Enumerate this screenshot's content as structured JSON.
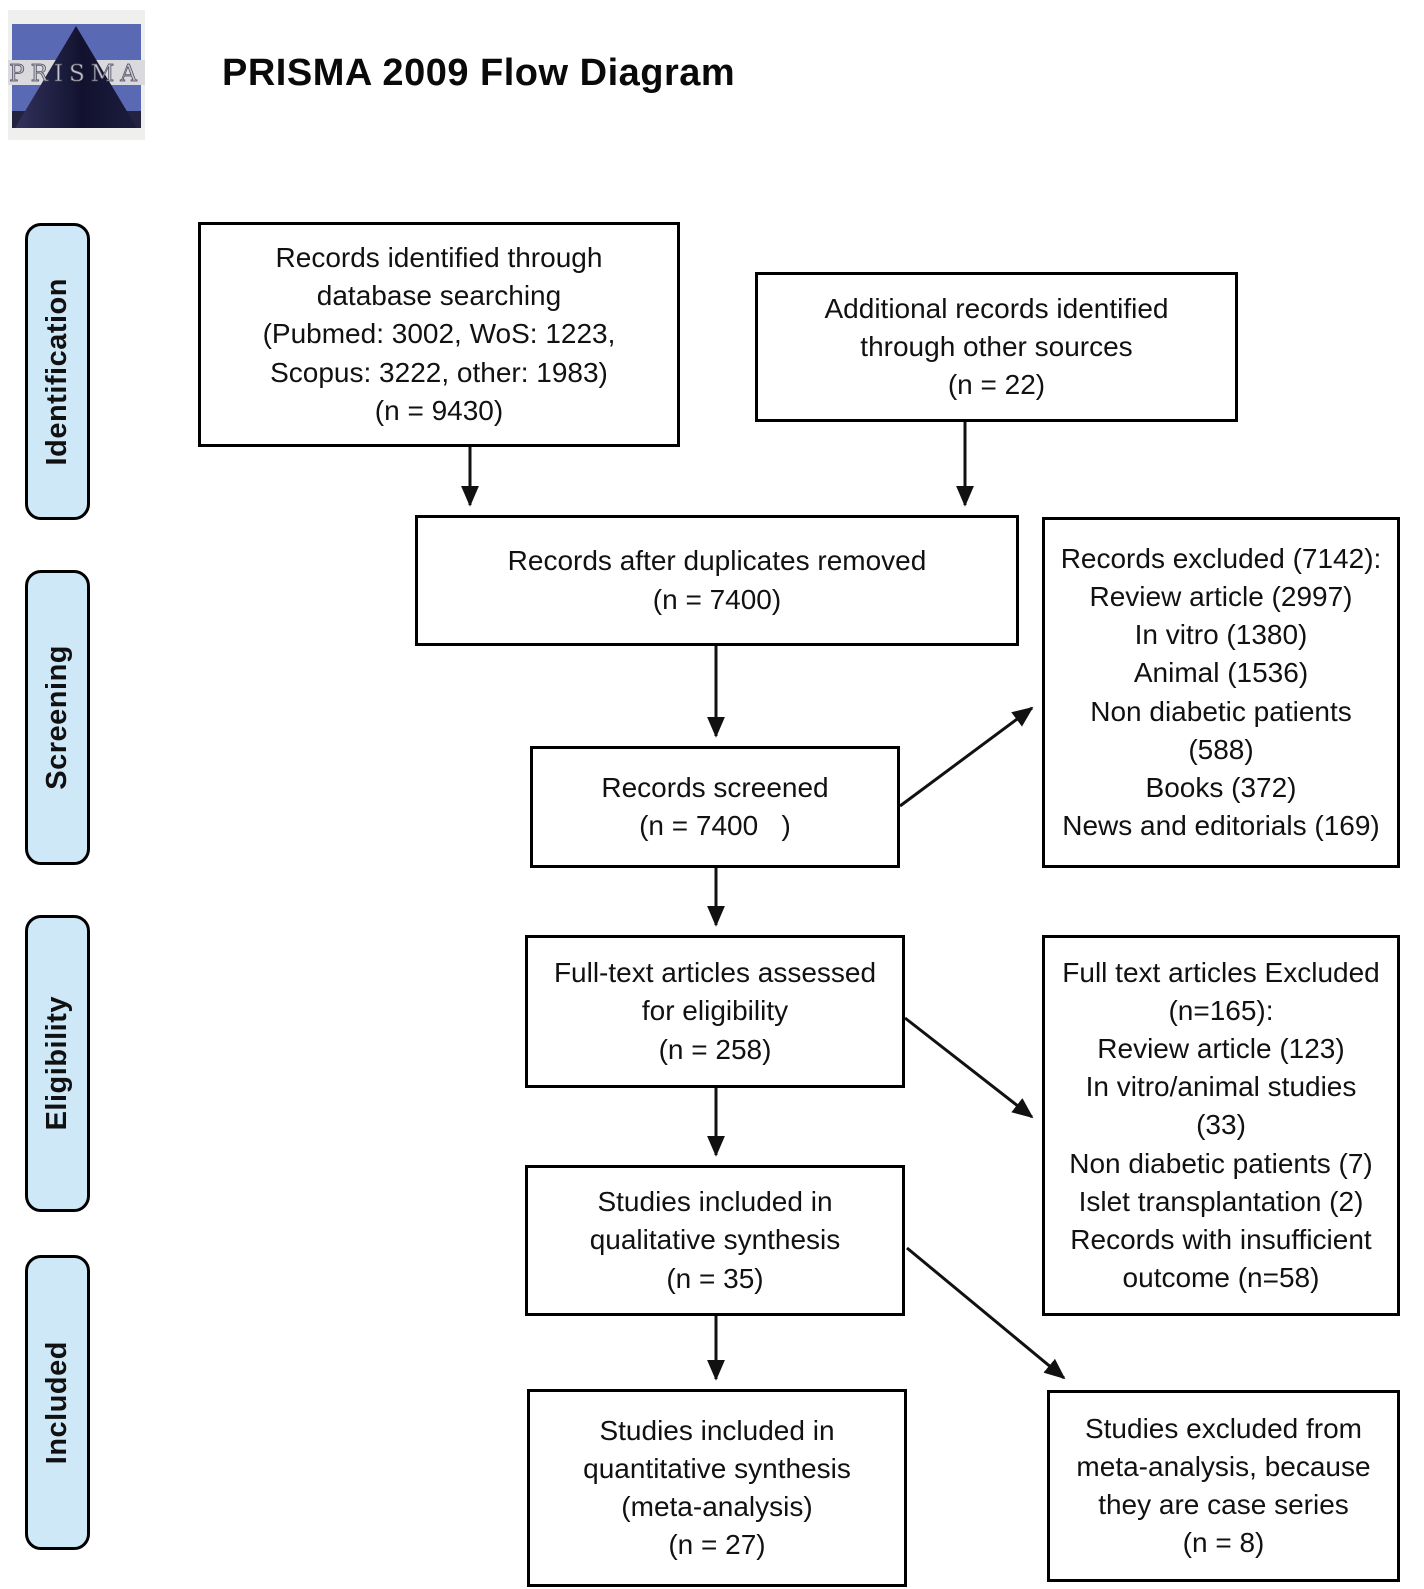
{
  "header": {
    "title": "PRISMA 2009 Flow Diagram",
    "logo_text": "PRISMA"
  },
  "stages": {
    "identification": {
      "label": "Identification"
    },
    "screening": {
      "label": "Screening"
    },
    "eligibility": {
      "label": "Eligibility"
    },
    "included": {
      "label": "Included"
    }
  },
  "boxes": {
    "records_identified": {
      "text": "Records identified through\ndatabase searching\n(Pubmed: 3002, WoS: 1223,\nScopus: 3222, other: 1983)\n(n = 9430)"
    },
    "additional_records": {
      "text": "Additional records identified\nthrough other sources\n(n = 22)"
    },
    "duplicates_removed": {
      "text": "Records after duplicates removed\n(n = 7400)"
    },
    "records_excluded": {
      "text": "Records excluded (7142):\nReview article (2997)\nIn vitro (1380)\nAnimal (1536)\nNon diabetic patients\n(588)\nBooks (372)\nNews and editorials (169)"
    },
    "records_screened": {
      "text": "Records screened\n(n = 7400   )"
    },
    "fulltext_assessed": {
      "text": "Full-text articles assessed\nfor eligibility\n(n = 258)"
    },
    "fulltext_excluded": {
      "text": "Full text articles Excluded\n(n=165):\nReview article (123)\nIn vitro/animal studies\n(33)\nNon diabetic patients (7)\nIslet transplantation (2)\nRecords with insufficient\noutcome (n=58)"
    },
    "qualitative_synthesis": {
      "text": "Studies included in\nqualitative synthesis\n(n = 35)"
    },
    "quantitative_synthesis": {
      "text": "Studies included in\nquantitative synthesis\n(meta-analysis)\n(n = 27)"
    },
    "meta_excluded": {
      "text": "Studies excluded from\nmeta-analysis, because\nthey are case series\n(n = 8)"
    }
  },
  "connections": [
    {
      "from": "records_identified",
      "to": "duplicates_removed"
    },
    {
      "from": "additional_records",
      "to": "duplicates_removed"
    },
    {
      "from": "duplicates_removed",
      "to": "records_screened"
    },
    {
      "from": "records_screened",
      "to": "records_excluded"
    },
    {
      "from": "records_screened",
      "to": "fulltext_assessed"
    },
    {
      "from": "fulltext_assessed",
      "to": "fulltext_excluded"
    },
    {
      "from": "fulltext_assessed",
      "to": "qualitative_synthesis"
    },
    {
      "from": "qualitative_synthesis",
      "to": "quantitative_synthesis"
    },
    {
      "from": "qualitative_synthesis",
      "to": "meta_excluded"
    }
  ],
  "colors": {
    "stage_fill": "#cee8f8",
    "box_border": "#000000",
    "arrow": "#111111"
  }
}
